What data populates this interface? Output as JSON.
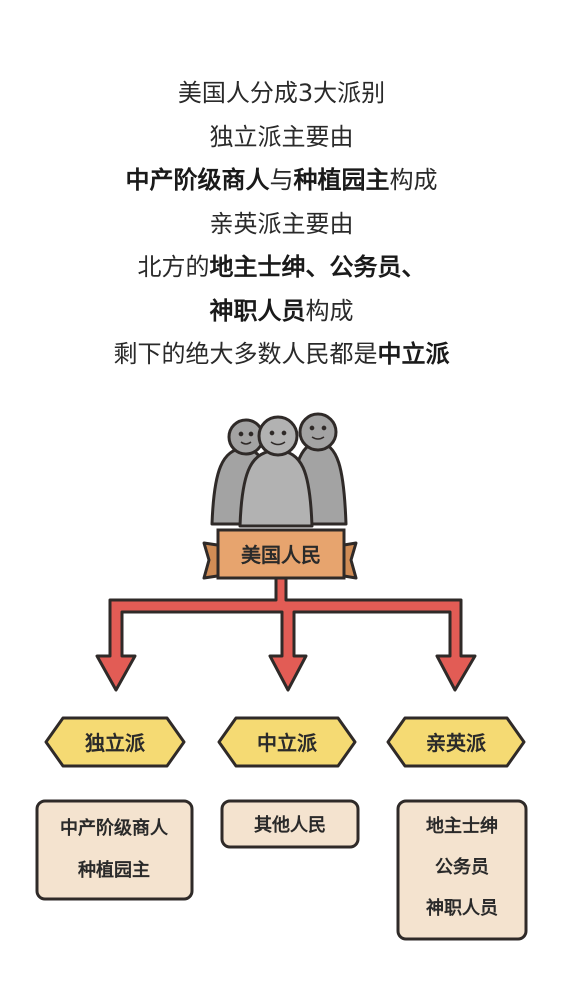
{
  "intro_lines": [
    [
      {
        "t": "美国人分成3大派别",
        "b": false
      }
    ],
    [
      {
        "t": "独立派主要由",
        "b": false
      }
    ],
    [
      {
        "t": "中产阶级商人",
        "b": true
      },
      {
        "t": "与",
        "b": false
      },
      {
        "t": "种植园主",
        "b": true
      },
      {
        "t": "构成",
        "b": false
      }
    ],
    [
      {
        "t": "亲英派主要由",
        "b": false
      }
    ],
    [
      {
        "t": "北方的",
        "b": false
      },
      {
        "t": "地主士绅、公务员、",
        "b": true
      }
    ],
    [
      {
        "t": "神职人员",
        "b": true
      },
      {
        "t": "构成",
        "b": false
      }
    ],
    [
      {
        "t": "剩下的绝大多数人民都是",
        "b": false
      },
      {
        "t": "中立派",
        "b": true
      }
    ]
  ],
  "root": {
    "label": "美国人民"
  },
  "factions": [
    {
      "name": "独立派",
      "members": [
        "中产阶级商人",
        "种植园主"
      ]
    },
    {
      "name": "中立派",
      "members": [
        "其他人民"
      ]
    },
    {
      "name": "亲英派",
      "members": [
        "地主士绅",
        "公务员",
        "神职人员"
      ]
    }
  ],
  "colors": {
    "arrow": "#e25c55",
    "banner": "#e7a46e",
    "tag": "#f5da73",
    "box": "#f4e3cf",
    "outline": "#2f2a28",
    "figure": "#a3a3a3"
  }
}
